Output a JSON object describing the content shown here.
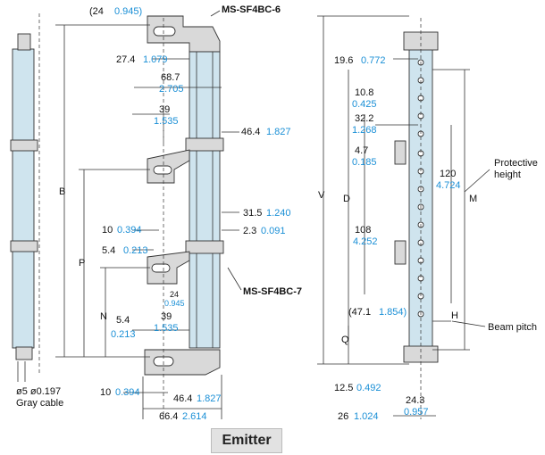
{
  "caption": "Emitter",
  "parts": {
    "top": "MS-SF4BC-6",
    "bottom": "MS-SF4BC-7"
  },
  "cable": {
    "diameter": "ø5 ø0.197",
    "label": "Gray cable"
  },
  "labels": {
    "protective": "Protective",
    "height": "height",
    "beam_pitch": "Beam pitch",
    "V": "V",
    "D": "D",
    "M": "M",
    "B": "B",
    "P": "P",
    "N": "N",
    "Q": "Q",
    "H": "H"
  },
  "dims": {
    "d24_top": {
      "mm": "(24",
      "inch": "0.945)"
    },
    "d27_4": {
      "mm": "27.4",
      "inch": "1.079"
    },
    "d68_7": {
      "mm": "68.7",
      "inch": "2.705"
    },
    "d39_top": {
      "mm": "39",
      "inch": "1.535"
    },
    "d46_4_side": {
      "mm": "46.4",
      "inch": "1.827"
    },
    "d31_5": {
      "mm": "31.5",
      "inch": "1.240"
    },
    "d2_3": {
      "mm": "2.3",
      "inch": "0.091"
    },
    "d10_upper": {
      "mm": "10",
      "inch": "0.394"
    },
    "d5_4_upper": {
      "mm": "5.4",
      "inch": "0.213"
    },
    "d24_mid": {
      "mm": "24",
      "inch": "0.945"
    },
    "d5_4_lower": {
      "mm": "5.4",
      "inch": "0.213"
    },
    "d39_lower": {
      "mm": "39",
      "inch": "1.535"
    },
    "d10_lower": {
      "mm": "10",
      "inch": "0.394"
    },
    "d46_4_bottom": {
      "mm": "46.4",
      "inch": "1.827"
    },
    "d66_4": {
      "mm": "66.4",
      "inch": "2.614"
    },
    "d19_6": {
      "mm": "19.6",
      "inch": "0.772"
    },
    "d10_8": {
      "mm": "10.8",
      "inch": "0.425"
    },
    "d32_2": {
      "mm": "32.2",
      "inch": "1.268"
    },
    "d4_7": {
      "mm": "4.7",
      "inch": "0.185"
    },
    "d120": {
      "mm": "120",
      "inch": "4.724"
    },
    "d108": {
      "mm": "108",
      "inch": "4.252"
    },
    "d47_1": {
      "mm": "(47.1",
      "inch": "1.854)"
    },
    "d12_5": {
      "mm": "12.5",
      "inch": "0.492"
    },
    "d24_3": {
      "mm": "24.3",
      "inch": "0.957"
    },
    "d26": {
      "mm": "26",
      "inch": "1.024"
    }
  }
}
